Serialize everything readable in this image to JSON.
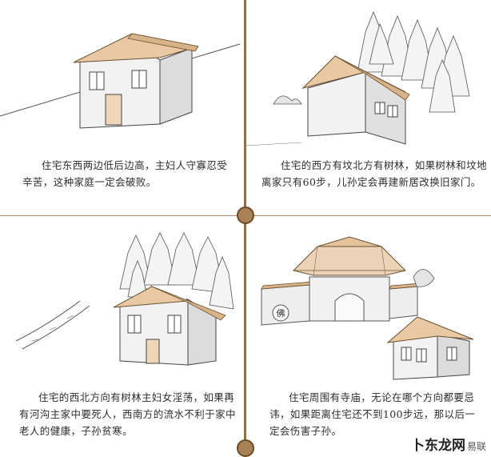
{
  "panels": [
    {
      "caption": "住宅东西两边低后边高，主妇人守寡忍受辛苦，这种家庭一定会破败。"
    },
    {
      "caption": "住宅的西方有坟北方有树林，如果树林和坟地离家只有60步，儿孙定会再建新居改换旧家门。"
    },
    {
      "caption": "住宅的西北方向有树林主妇女淫荡，如果再有河沟主家中要死人，西南方的流水不利于家中老人的健康，子孙贫寒。"
    },
    {
      "caption": "住宅周围有寺庙，无论在哪个方向都要忌讳，如果距离住宅还不到100步远，那以后一定会伤害子孙。"
    }
  ],
  "temple_sign": "佛",
  "watermark": {
    "main": "卜东龙网",
    "sub": "易联"
  },
  "colors": {
    "divider": "#9b6b3c",
    "roof": "#e8c9a4",
    "wall": "#f3f3f3"
  }
}
